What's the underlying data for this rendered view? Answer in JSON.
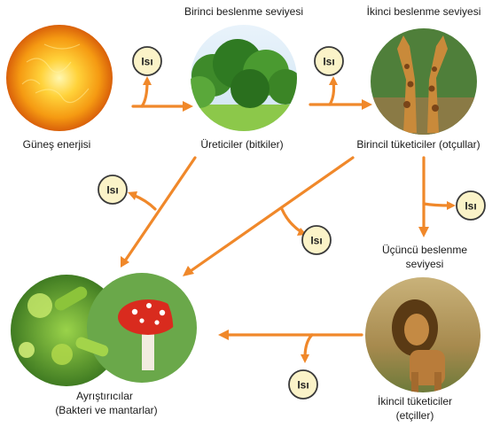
{
  "colors": {
    "arrow": "#f0882a",
    "heat_fill": "#fbf3c8",
    "heat_stroke": "#3a3a3a",
    "text": "#1a1a1a"
  },
  "headers": {
    "first_level": "Birinci beslenme seviyesi",
    "second_level": "İkinci beslenme seviyesi",
    "third_level_line1": "Üçüncü beslenme",
    "third_level_line2": "seviyesi"
  },
  "nodes": {
    "sun": {
      "label": "Güneş enerjisi",
      "icon": "sun-image"
    },
    "producers": {
      "label": "Üreticiler (bitkiler)",
      "icon": "forest-image"
    },
    "primary": {
      "label": "Birincil tüketiciler (otçullar)",
      "icon": "giraffes-image"
    },
    "secondary": {
      "label_line1": "İkincil tüketiciler",
      "label_line2": "(etçiller)",
      "icon": "lion-image"
    },
    "decomposers": {
      "label_line1": "Ayrıştırıcılar",
      "label_line2": "(Bakteri ve mantarlar)",
      "icon": "bacteria-mushroom-image"
    }
  },
  "heat_label": "Isı"
}
